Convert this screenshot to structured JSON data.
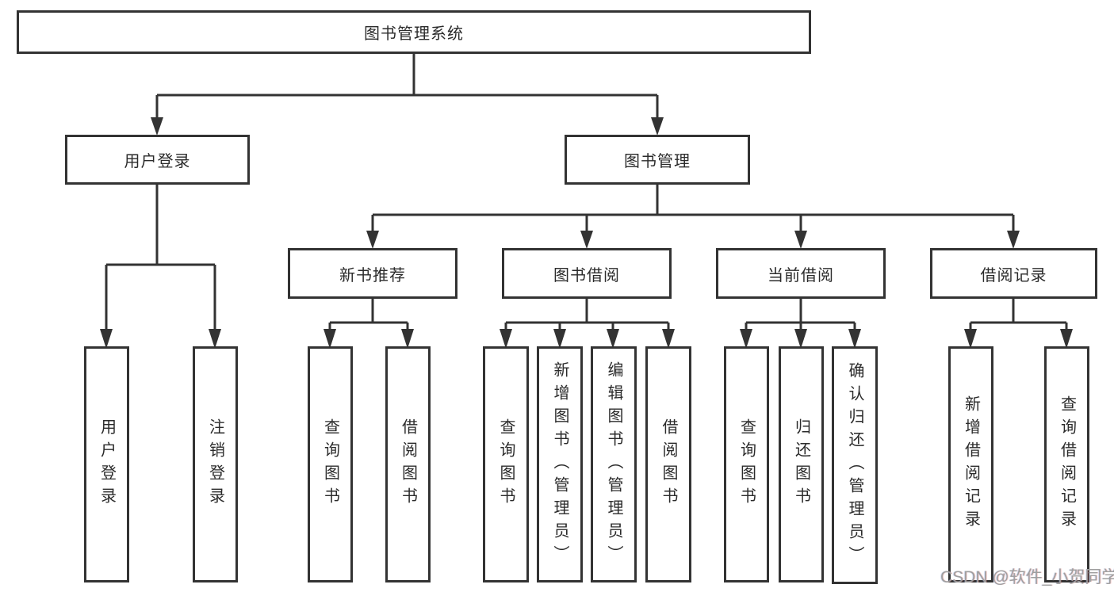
{
  "diagram": {
    "root": {
      "label": "图书管理系统"
    },
    "level2": [
      {
        "id": "user-login",
        "label": "用户登录"
      },
      {
        "id": "book-management",
        "label": "图书管理"
      }
    ],
    "level3": [
      {
        "id": "new-book-recommend",
        "label": "新书推荐"
      },
      {
        "id": "book-borrow",
        "label": "图书借阅"
      },
      {
        "id": "current-borrow",
        "label": "当前借阅"
      },
      {
        "id": "borrow-records",
        "label": "借阅记录"
      }
    ],
    "leaves": [
      {
        "id": "user-login",
        "label": "用户登录"
      },
      {
        "id": "logout",
        "label": "注销登录"
      },
      {
        "id": "query-books-1",
        "label": "查询图书"
      },
      {
        "id": "borrow-books-1",
        "label": "借阅图书"
      },
      {
        "id": "query-books-2",
        "label": "查询图书"
      },
      {
        "id": "add-book-admin",
        "label": "新增图书（管理员）"
      },
      {
        "id": "edit-book-admin",
        "label": "编辑图书（管理员）"
      },
      {
        "id": "borrow-books-2",
        "label": "借阅图书"
      },
      {
        "id": "query-books-3",
        "label": "查询图书"
      },
      {
        "id": "return-books",
        "label": "归还图书"
      },
      {
        "id": "confirm-return-admin",
        "label": "确认归还（管理员）"
      },
      {
        "id": "add-borrow-record",
        "label": "新增借阅记录"
      },
      {
        "id": "query-borrow-record",
        "label": "查询借阅记录"
      }
    ]
  },
  "watermark": {
    "text": "CSDN @软件_小贺同学"
  },
  "colors": {
    "line": "#333333",
    "text": "#2b2b2b",
    "watermark": "#9f9f9f",
    "background": "#ffffff"
  }
}
